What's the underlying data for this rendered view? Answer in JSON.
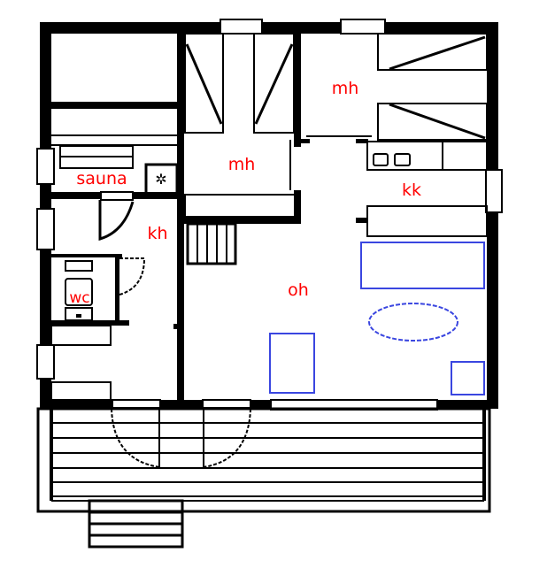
{
  "rooms": {
    "sauna": "sauna",
    "mh1": "mh",
    "mh2": "mh",
    "kk": "kk",
    "kh": "kh",
    "oh": "oh",
    "wc": "wc"
  },
  "colors": {
    "label": "#ff0000",
    "furniture": "#3a46e0",
    "wall": "#000000"
  }
}
